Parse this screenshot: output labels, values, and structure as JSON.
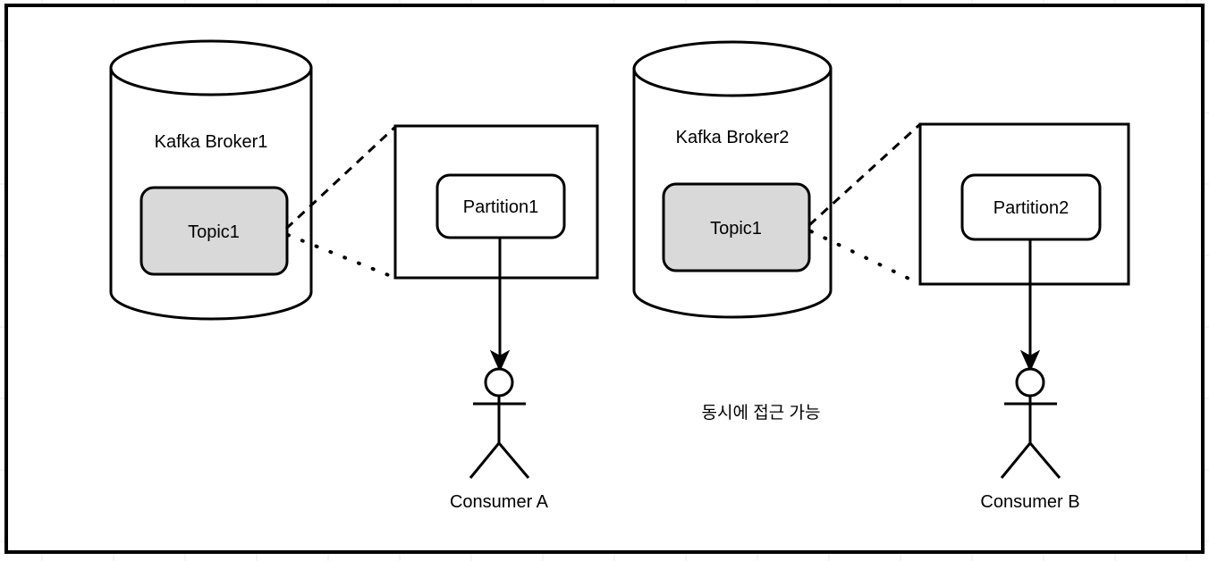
{
  "page": {
    "title": "Kafka topic partition consumer diagram",
    "background": "#ffffff",
    "frame_color": "#000000",
    "tick_color": "#e6e6e6"
  },
  "colors": {
    "stroke": "#000000",
    "topic_fill": "#d9d9d9",
    "box_fill": "#ffffff"
  },
  "brokers": [
    {
      "id": "broker1",
      "label": "Kafka Broker1",
      "topic_label": "Topic1"
    },
    {
      "id": "broker2",
      "label": "Kafka Broker2",
      "topic_label": "Topic1"
    }
  ],
  "partitions": [
    {
      "id": "partition1",
      "label": "Partition1"
    },
    {
      "id": "partition2",
      "label": "Partition2"
    }
  ],
  "consumers": [
    {
      "id": "consumer-a",
      "label": "Consumer A"
    },
    {
      "id": "consumer-b",
      "label": "Consumer B"
    }
  ],
  "notes": {
    "center_note": "동시에 접근 가능"
  }
}
